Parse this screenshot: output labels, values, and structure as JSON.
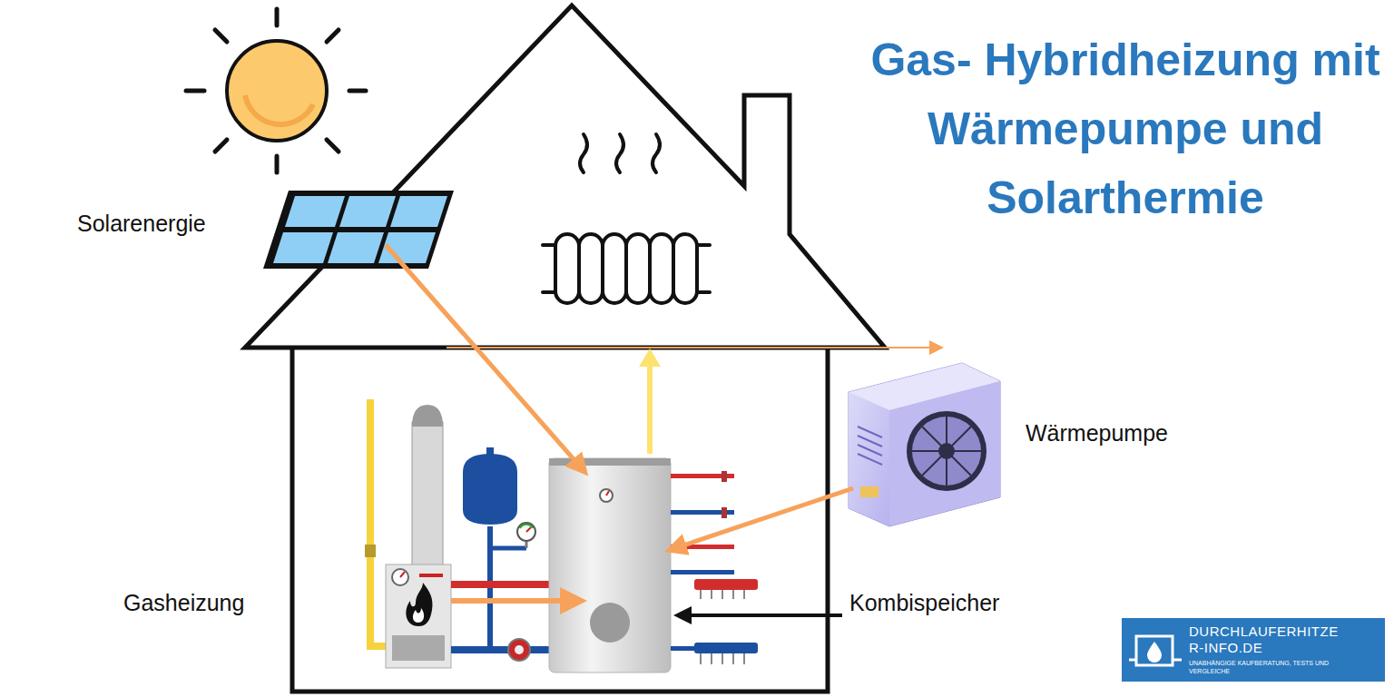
{
  "diagram": {
    "title": "Gas- Hybridheizung mit Wärmepumpe und Solarthermie",
    "nodes": [
      {
        "text": [
          "DURCHLAUFERHITZER-INFO.DE",
          "UNABHÄNGIGE KAUFBERATUNG, TESTS UND VERGLEICHE"
        ]
      }
    ],
    "labels": [
      "Solarenergie",
      "Wärmepumpe",
      "Gasheizung",
      "Kombispeicher"
    ]
  }
}
